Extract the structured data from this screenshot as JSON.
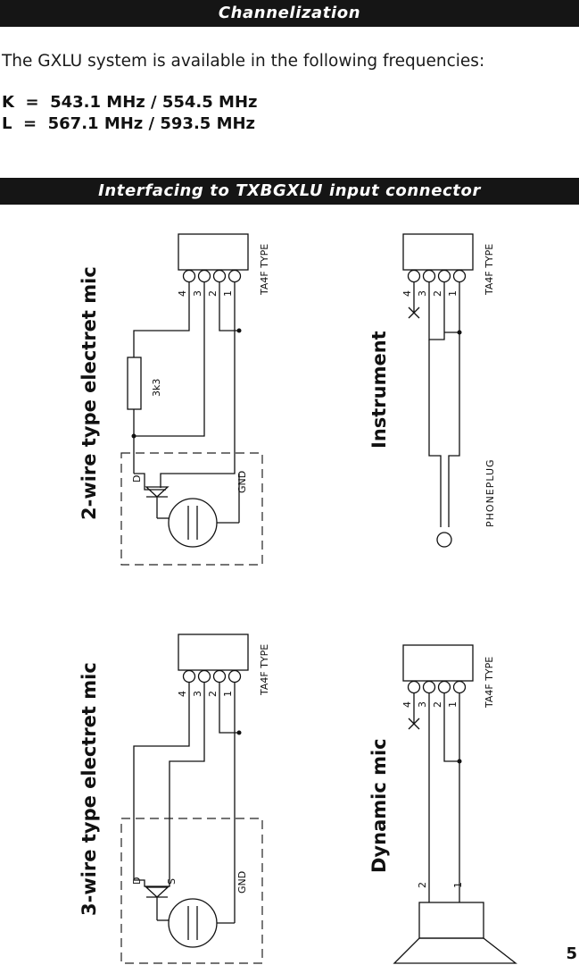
{
  "header_bar": "Channelization",
  "intro_text": "The GXLU system is available in the following frequencies:",
  "frequencies": [
    {
      "band": "K",
      "text": "K  =  543.1 MHz / 554.5 MHz"
    },
    {
      "band": "L",
      "text": "L  =  567.1 MHz / 593.5 MHz"
    }
  ],
  "section_bar": "Interfacing to TXBGXLU input connector",
  "diagrams": {
    "two_wire": {
      "title": "2-wire type electret mic",
      "connector": "TA4F TYPE",
      "resistor": "3k3",
      "pins": [
        "4",
        "3",
        "2",
        "1"
      ],
      "d_label": "D",
      "gnd_label": "GND"
    },
    "instrument": {
      "title": "Instrument",
      "connector": "TA4F TYPE",
      "plug": "PHONEPLUG",
      "pins": [
        "4",
        "3",
        "2",
        "1"
      ]
    },
    "three_wire": {
      "title": "3-wire type electret mic",
      "connector": "TA4F TYPE",
      "pins": [
        "4",
        "3",
        "2",
        "1"
      ],
      "d_label": "D",
      "s_label": "S",
      "gnd_label": "GND"
    },
    "dynamic": {
      "title": "Dynamic mic",
      "connector": "TA4F TYPE",
      "pins": [
        "4",
        "3",
        "2",
        "1"
      ],
      "speaker_pins": [
        "2",
        "1"
      ]
    }
  },
  "page_number": "5"
}
